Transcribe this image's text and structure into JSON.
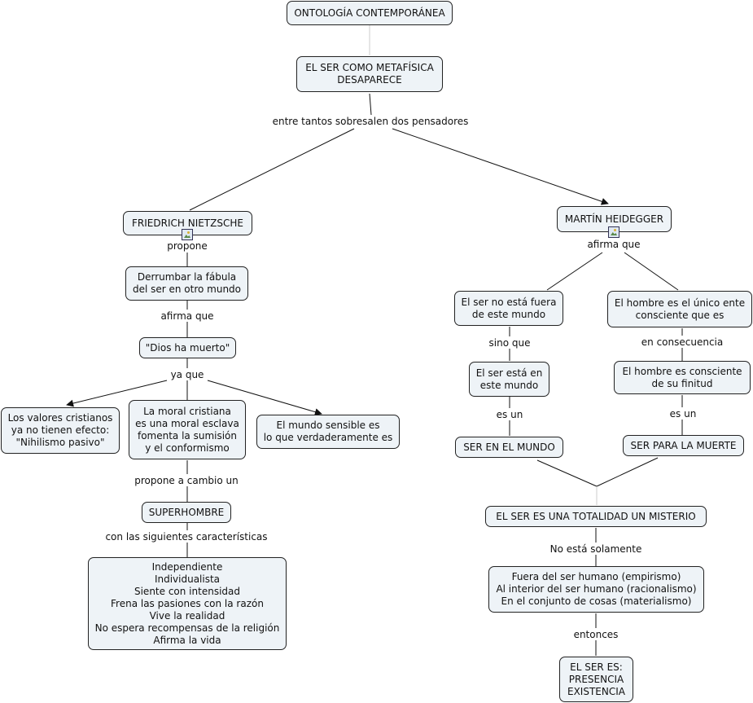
{
  "nodes": {
    "ontologia": "ONTOLOGÍA CONTEMPORÁNEA",
    "ser_metafisica": "EL SER COMO METAFÍSICA\nDESAPARECE",
    "nietzsche": "FRIEDRICH NIETZSCHE",
    "heidegger": "MARTÍN HEIDEGGER",
    "derrumbar": "Derrumbar la fábula\ndel ser en otro mundo",
    "dios_muerto": "\"Dios ha muerto\"",
    "valores": "Los valores cristianos\nya no tienen efecto:\n\"Nihilismo pasivo\"",
    "moral": "La moral cristiana\nes una moral esclava\nfomenta la sumisión\ny el conformismo",
    "mundo_sensible": "El mundo sensible es\nlo que verdaderamente es",
    "superhombre": "SUPERHOMBRE",
    "caracteristicas": "Independiente\nIndividualista\nSiente con intensidad\nFrena las pasiones con la razón\nVive la realidad\nNo espera recompensas de la religión\nAfirma la vida",
    "ser_no_fuera": "El ser no está fuera\nde este mundo",
    "hombre_unico": "El hombre es el único ente\nconsciente que es",
    "ser_esta": "El ser está en\neste mundo",
    "hombre_finitud": "El hombre es consciente\nde su finitud",
    "ser_en_mundo": "SER EN EL MUNDO",
    "ser_para_muerte": "SER PARA LA MUERTE",
    "totalidad": "EL SER ES UNA TOTALIDAD UN MISTERIO",
    "fuera_interior": "Fuera del ser humano (empirismo)\nAl interior del ser humano (racionalismo)\nEn el conjunto de cosas (materialismo)",
    "presencia": "EL SER ES:\nPRESENCIA\nEXISTENCIA"
  },
  "links": {
    "entre_tantos": "entre tantos sobresalen dos pensadores",
    "propone": "propone",
    "afirma_que_1": "afirma que",
    "ya_que": "ya que",
    "propone_cambio": "propone a cambio un",
    "con_caracteristicas": "con las siguientes características",
    "afirma_que_2": "afirma que",
    "sino_que": "sino que",
    "en_consecuencia": "en consecuencia",
    "es_un_1": "es un",
    "es_un_2": "es un",
    "no_esta": "No está solamente",
    "entonces": "entonces"
  },
  "colors": {
    "node_fill": "#eef3f7",
    "border": "#222222",
    "line": "#111111"
  }
}
